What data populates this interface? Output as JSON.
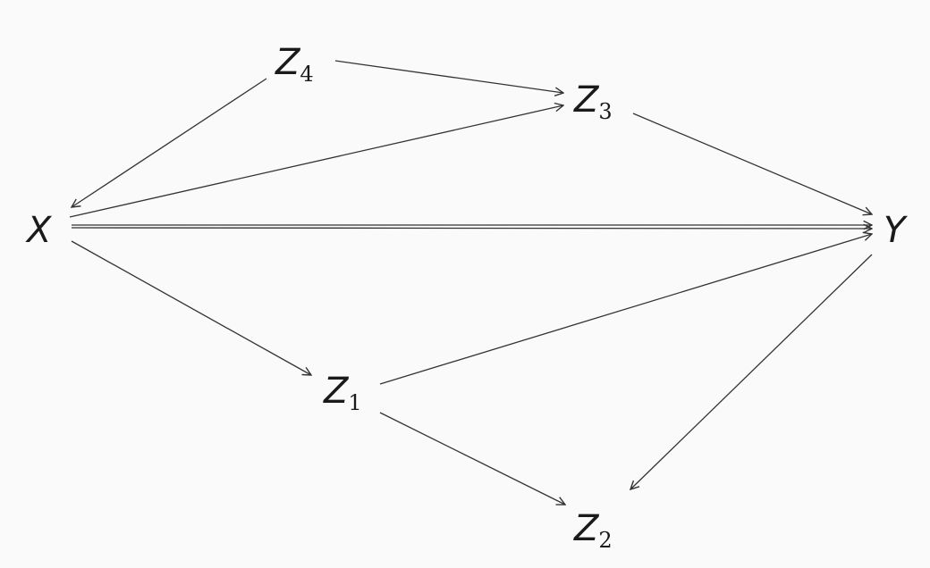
{
  "nodes": {
    "X": {
      "label": "X",
      "sub": ""
    },
    "Y": {
      "label": "Y",
      "sub": ""
    },
    "Z1": {
      "label": "Z",
      "sub": "1"
    },
    "Z2": {
      "label": "Z",
      "sub": "2"
    },
    "Z3": {
      "label": "Z",
      "sub": "3"
    },
    "Z4": {
      "label": "Z",
      "sub": "4"
    }
  },
  "edges": [
    {
      "from": "Z4",
      "to": "X"
    },
    {
      "from": "Z4",
      "to": "Z3"
    },
    {
      "from": "X",
      "to": "Z3"
    },
    {
      "from": "Z3",
      "to": "Y"
    },
    {
      "from": "X",
      "to": "Y"
    },
    {
      "from": "X",
      "to": "Y"
    },
    {
      "from": "X",
      "to": "Z1"
    },
    {
      "from": "Z1",
      "to": "Y"
    },
    {
      "from": "Y",
      "to": "Z2"
    },
    {
      "from": "Z1",
      "to": "Z2"
    }
  ],
  "colors": {
    "edge": "#333333",
    "background": "#fafafa"
  }
}
